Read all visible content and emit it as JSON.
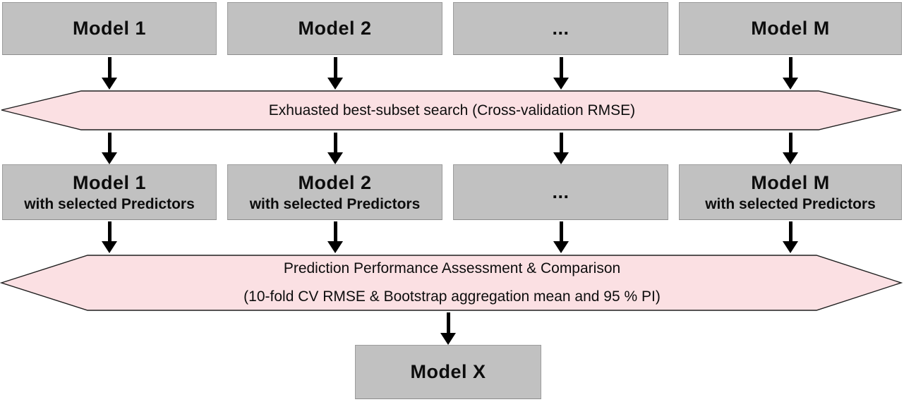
{
  "colors": {
    "box_fill": "#c1c1c1",
    "box_border": "#9c9c9c",
    "banner_fill": "#fbe0e3",
    "banner_border": "#1f1f1f",
    "arrow": "#000000",
    "text": "#0d0d0d"
  },
  "top_row": [
    {
      "label": "Model 1"
    },
    {
      "label": "Model 2"
    },
    {
      "label": "..."
    },
    {
      "label": "Model M"
    }
  ],
  "search_banner": {
    "text": "Exhuasted best-subset search (Cross-validation RMSE)"
  },
  "selected_row": [
    {
      "title": "Model 1",
      "subtitle": "with selected Predictors"
    },
    {
      "title": "Model 2",
      "subtitle": "with selected Predictors"
    },
    {
      "title": "...",
      "subtitle": ""
    },
    {
      "title": "Model M",
      "subtitle": "with selected Predictors"
    }
  ],
  "assessment_banner": {
    "line1": "Prediction Performance Assessment & Comparison",
    "line2": "(10-fold CV RMSE & Bootstrap aggregation mean and 95 % PI)"
  },
  "final_box": {
    "label": "Model X"
  }
}
